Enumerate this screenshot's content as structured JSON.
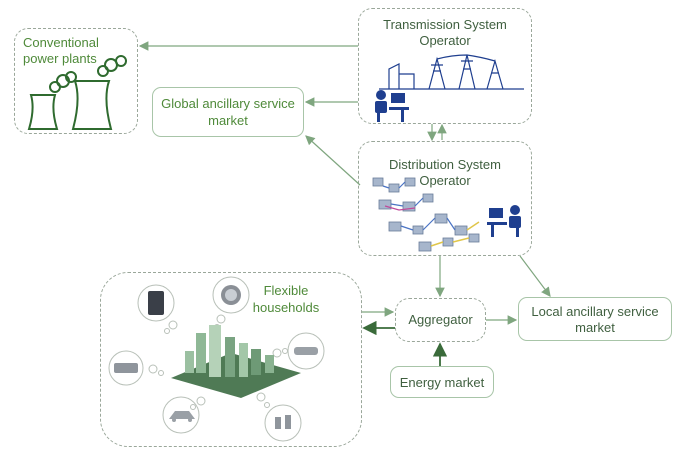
{
  "nodes": {
    "conventional": {
      "line1": "Conventional",
      "line2": "power plants"
    },
    "tso": {
      "line1": "Transmission System",
      "line2": "Operator"
    },
    "global_market": {
      "line1": "Global ancillary service",
      "line2": "market"
    },
    "dso": {
      "line1": "Distribution System",
      "line2": "Operator"
    },
    "households": {
      "line1": "Flexible",
      "line2": "households"
    },
    "aggregator": {
      "label": "Aggregator"
    },
    "local_market": {
      "line1": "Local ancillary service",
      "line2": "market"
    },
    "energy_market": {
      "label": "Energy market"
    }
  },
  "colors": {
    "green_text": "#4f8a3a",
    "arrow": "#7fa67f",
    "dashed_border": "#9aa79a",
    "solid_border": "#a8c5a8",
    "icon_blue": "#1f3f8f"
  }
}
